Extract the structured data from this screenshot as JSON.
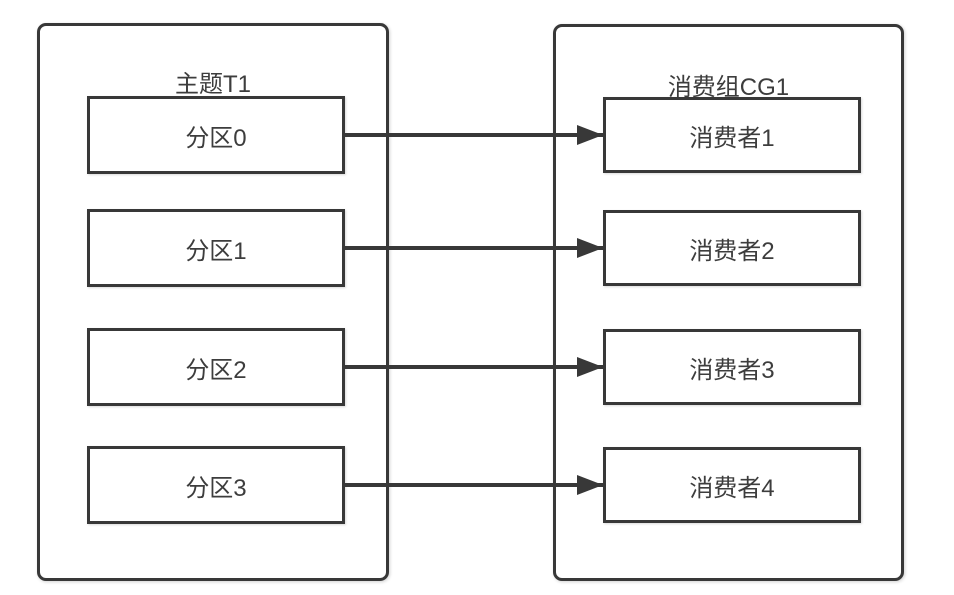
{
  "diagram": {
    "topic": {
      "title": "主题T1",
      "partitions": [
        {
          "label": "分区0"
        },
        {
          "label": "分区1"
        },
        {
          "label": "分区2"
        },
        {
          "label": "分区3"
        }
      ]
    },
    "consumer_group": {
      "title": "消费组CG1",
      "consumers": [
        {
          "label": "消费者1"
        },
        {
          "label": "消费者2"
        },
        {
          "label": "消费者3"
        },
        {
          "label": "消费者4"
        }
      ]
    },
    "connections": [
      {
        "from": "分区0",
        "to": "消费者1"
      },
      {
        "from": "分区1",
        "to": "消费者2"
      },
      {
        "from": "分区2",
        "to": "消费者3"
      },
      {
        "from": "分区3",
        "to": "消费者4"
      }
    ],
    "colors": {
      "line": "#383838",
      "text": "#3d3d3d",
      "background": "#ffffff"
    }
  }
}
